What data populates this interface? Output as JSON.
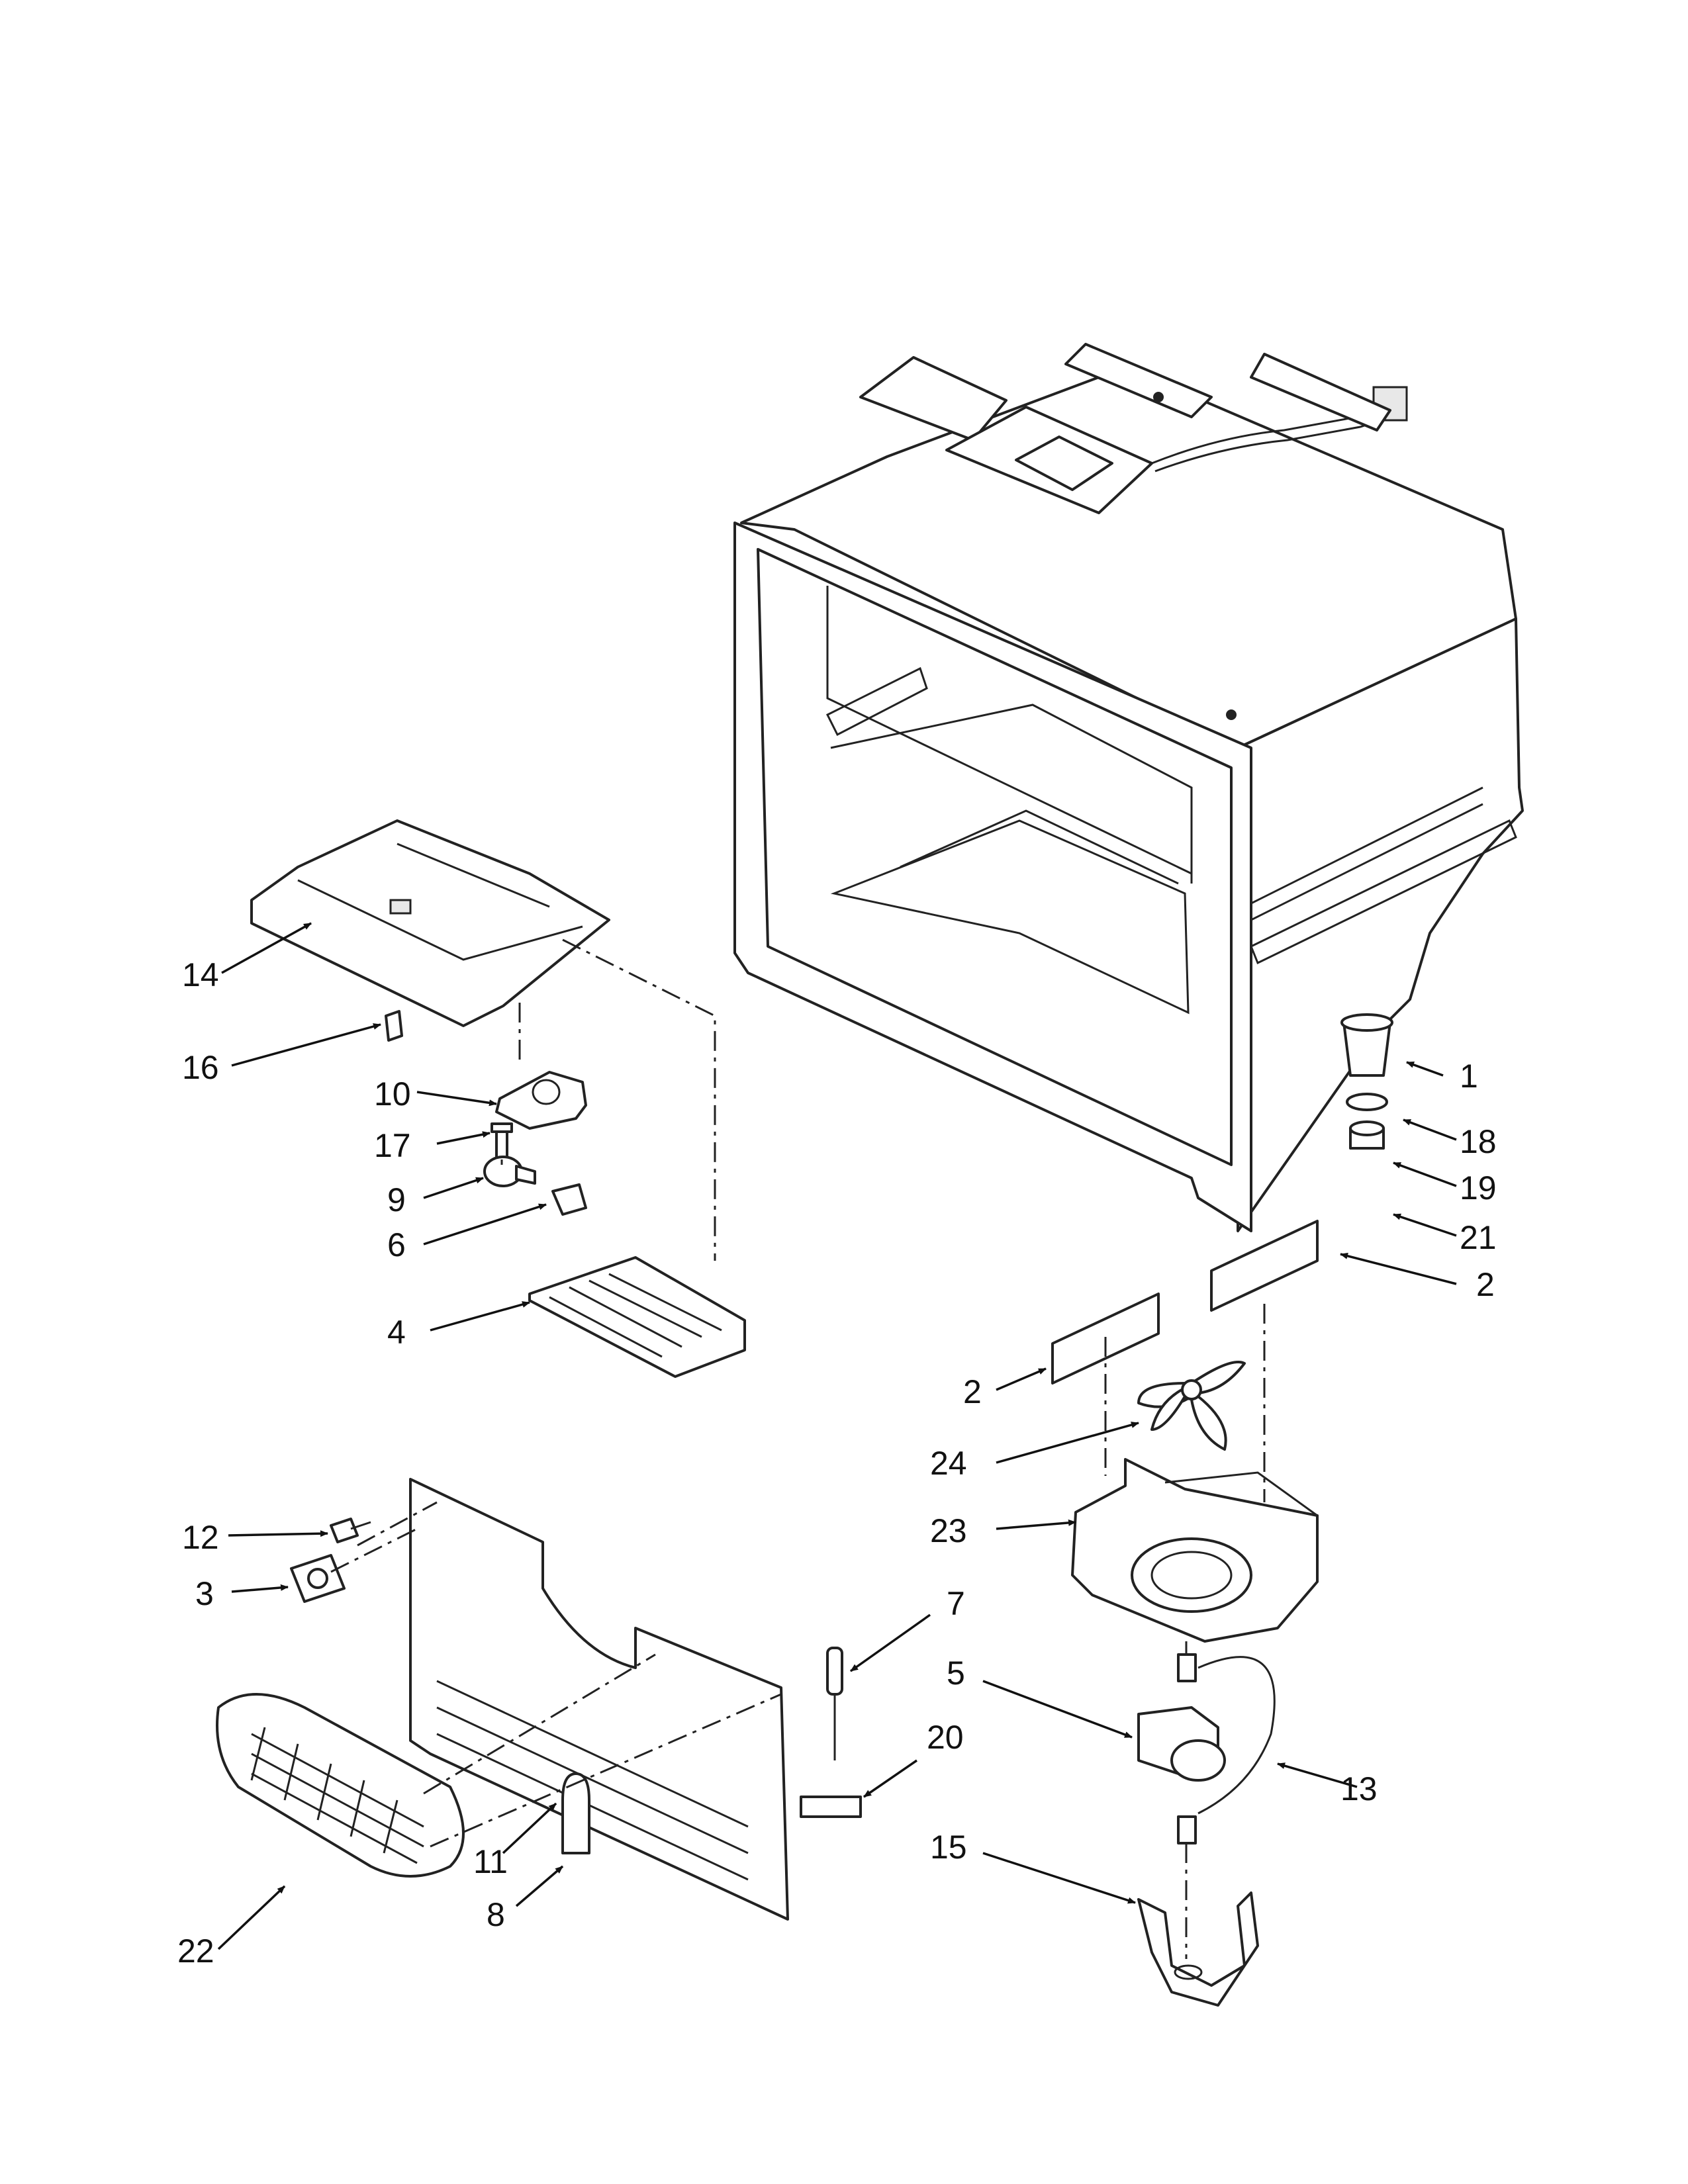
{
  "diagram": {
    "callouts": [
      {
        "id": "c1",
        "text": "1"
      },
      {
        "id": "c18",
        "text": "18"
      },
      {
        "id": "c19",
        "text": "19"
      },
      {
        "id": "c21",
        "text": "21"
      },
      {
        "id": "c2a",
        "text": "2"
      },
      {
        "id": "c2b",
        "text": "2"
      },
      {
        "id": "c14",
        "text": "14"
      },
      {
        "id": "c16",
        "text": "16"
      },
      {
        "id": "c10",
        "text": "10"
      },
      {
        "id": "c17",
        "text": "17"
      },
      {
        "id": "c9",
        "text": "9"
      },
      {
        "id": "c6",
        "text": "6"
      },
      {
        "id": "c4",
        "text": "4"
      },
      {
        "id": "c24",
        "text": "24"
      },
      {
        "id": "c23",
        "text": "23"
      },
      {
        "id": "c12",
        "text": "12"
      },
      {
        "id": "c3",
        "text": "3"
      },
      {
        "id": "c7",
        "text": "7"
      },
      {
        "id": "c5",
        "text": "5"
      },
      {
        "id": "c20",
        "text": "20"
      },
      {
        "id": "c13",
        "text": "13"
      },
      {
        "id": "c15",
        "text": "15"
      },
      {
        "id": "c11",
        "text": "11"
      },
      {
        "id": "c8",
        "text": "8"
      },
      {
        "id": "c22",
        "text": "22"
      }
    ]
  }
}
